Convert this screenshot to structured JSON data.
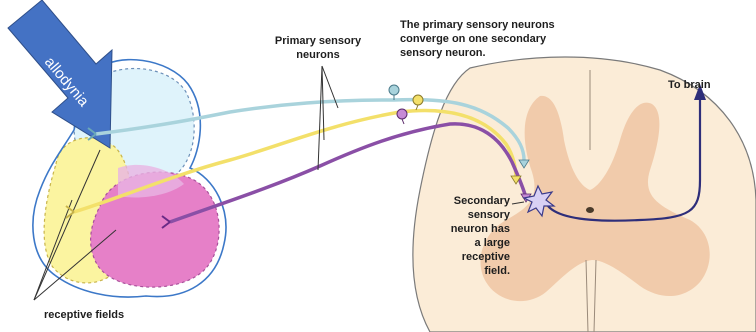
{
  "labels": {
    "allodynia": "allodynia",
    "primary_neurons_line1": "Primary sensory",
    "primary_neurons_line2": "neurons",
    "converge_line1": "The primary sensory neurons",
    "converge_line2": "converge on one secondary",
    "converge_line3": "sensory neuron.",
    "to_brain": "To brain",
    "secondary_line1": "Secondary",
    "secondary_line2": "sensory",
    "secondary_line3": "neuron has",
    "secondary_line4": "a large",
    "secondary_line5": "receptive",
    "secondary_line6": "field.",
    "receptive_fields": "receptive fields"
  },
  "colors": {
    "arrow": "#4472c4",
    "blue_neuron": "#a9d3dc",
    "yellow_neuron": "#f3e06a",
    "purple_neuron": "#8a4fa6",
    "field_blue": "#dff3fb",
    "field_yellow": "#fbf4a0",
    "field_pink": "#e680c8",
    "spinal_cord": "#fbecd7",
    "gray_matter": "#efc8a6",
    "brain_tract": "#2e2e7a"
  }
}
